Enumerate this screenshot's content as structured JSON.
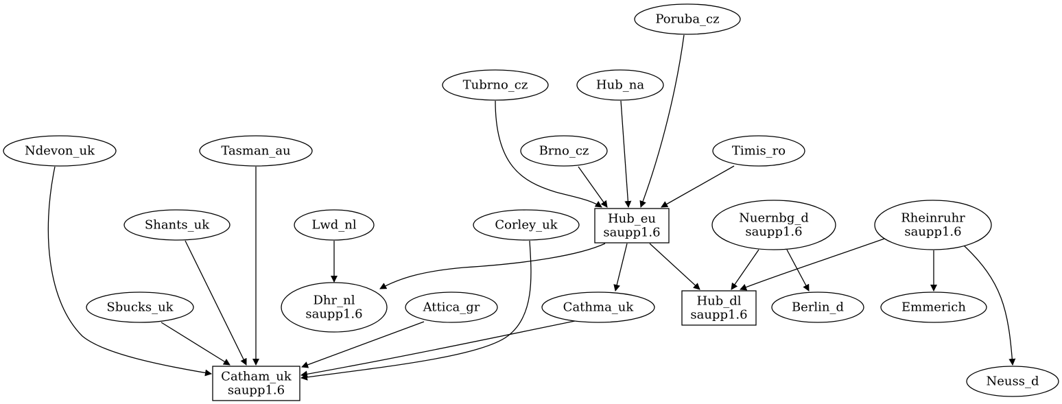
{
  "graph": {
    "nodes": [
      {
        "id": "poruba_cz",
        "shape": "ellipse",
        "lines": [
          "Poruba_cz"
        ]
      },
      {
        "id": "tubrno_cz",
        "shape": "ellipse",
        "lines": [
          "Tubrno_cz"
        ]
      },
      {
        "id": "hub_na",
        "shape": "ellipse",
        "lines": [
          "Hub_na"
        ]
      },
      {
        "id": "ndevon_uk",
        "shape": "ellipse",
        "lines": [
          "Ndevon_uk"
        ]
      },
      {
        "id": "tasman_au",
        "shape": "ellipse",
        "lines": [
          "Tasman_au"
        ]
      },
      {
        "id": "brno_cz",
        "shape": "ellipse",
        "lines": [
          "Brno_cz"
        ]
      },
      {
        "id": "timis_ro",
        "shape": "ellipse",
        "lines": [
          "Timis_ro"
        ]
      },
      {
        "id": "shants_uk",
        "shape": "ellipse",
        "lines": [
          "Shants_uk"
        ]
      },
      {
        "id": "lwd_nl",
        "shape": "ellipse",
        "lines": [
          "Lwd_nl"
        ]
      },
      {
        "id": "corley_uk",
        "shape": "ellipse",
        "lines": [
          "Corley_uk"
        ]
      },
      {
        "id": "hub_eu",
        "shape": "box",
        "lines": [
          "Hub_eu",
          "saupp1.6"
        ]
      },
      {
        "id": "nuernbg_d",
        "shape": "ellipse",
        "lines": [
          "Nuernbg_d",
          "saupp1.6"
        ]
      },
      {
        "id": "rheinruhr",
        "shape": "ellipse",
        "lines": [
          "Rheinruhr",
          "saupp1.6"
        ]
      },
      {
        "id": "sbucks_uk",
        "shape": "ellipse",
        "lines": [
          "Sbucks_uk"
        ]
      },
      {
        "id": "dhr_nl",
        "shape": "ellipse",
        "lines": [
          "Dhr_nl",
          "saupp1.6"
        ]
      },
      {
        "id": "attica_gr",
        "shape": "ellipse",
        "lines": [
          "Attica_gr"
        ]
      },
      {
        "id": "cathma_uk",
        "shape": "ellipse",
        "lines": [
          "Cathma_uk"
        ]
      },
      {
        "id": "hub_dl",
        "shape": "box",
        "lines": [
          "Hub_dl",
          "saupp1.6"
        ]
      },
      {
        "id": "berlin_d",
        "shape": "ellipse",
        "lines": [
          "Berlin_d"
        ]
      },
      {
        "id": "emmerich",
        "shape": "ellipse",
        "lines": [
          "Emmerich"
        ]
      },
      {
        "id": "catham_uk",
        "shape": "box",
        "lines": [
          "Catham_uk",
          "saupp1.6"
        ]
      },
      {
        "id": "neuss_d",
        "shape": "ellipse",
        "lines": [
          "Neuss_d"
        ]
      }
    ],
    "edges": [
      {
        "from": "poruba_cz",
        "to": "hub_eu"
      },
      {
        "from": "tubrno_cz",
        "to": "hub_eu"
      },
      {
        "from": "hub_na",
        "to": "hub_eu"
      },
      {
        "from": "brno_cz",
        "to": "hub_eu"
      },
      {
        "from": "timis_ro",
        "to": "hub_eu"
      },
      {
        "from": "lwd_nl",
        "to": "dhr_nl"
      },
      {
        "from": "hub_eu",
        "to": "dhr_nl"
      },
      {
        "from": "hub_eu",
        "to": "cathma_uk"
      },
      {
        "from": "hub_eu",
        "to": "hub_dl"
      },
      {
        "from": "nuernbg_d",
        "to": "hub_dl"
      },
      {
        "from": "nuernbg_d",
        "to": "berlin_d"
      },
      {
        "from": "rheinruhr",
        "to": "hub_dl"
      },
      {
        "from": "rheinruhr",
        "to": "emmerich"
      },
      {
        "from": "rheinruhr",
        "to": "neuss_d"
      },
      {
        "from": "ndevon_uk",
        "to": "catham_uk"
      },
      {
        "from": "tasman_au",
        "to": "catham_uk"
      },
      {
        "from": "shants_uk",
        "to": "catham_uk"
      },
      {
        "from": "sbucks_uk",
        "to": "catham_uk"
      },
      {
        "from": "attica_gr",
        "to": "catham_uk"
      },
      {
        "from": "corley_uk",
        "to": "catham_uk"
      },
      {
        "from": "cathma_uk",
        "to": "catham_uk"
      }
    ]
  }
}
